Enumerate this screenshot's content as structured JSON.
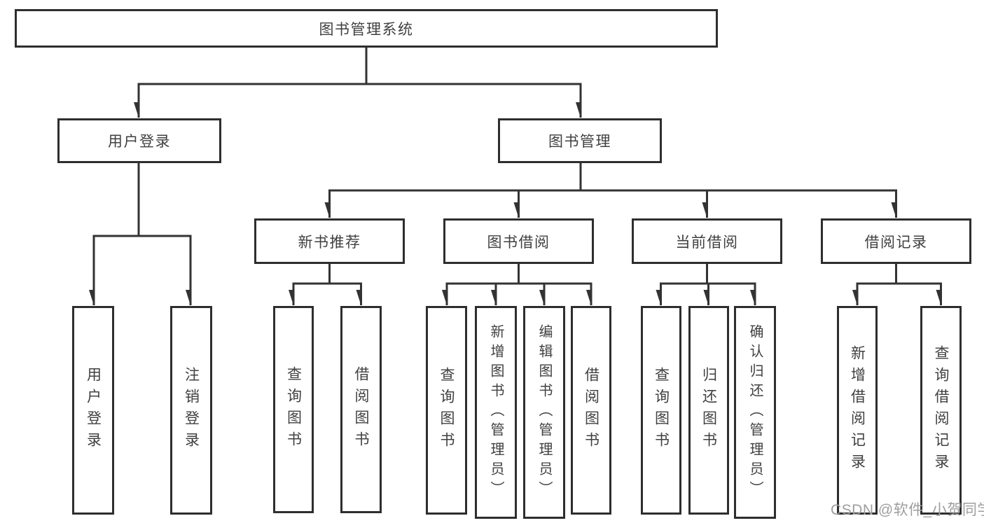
{
  "tree": {
    "root": {
      "label": "图书管理系统"
    },
    "branches": [
      {
        "label": "用户登录",
        "children": [
          {
            "label": "用户登录"
          },
          {
            "label": "注销登录"
          }
        ]
      },
      {
        "label": "图书管理",
        "sections": [
          {
            "label": "新书推荐",
            "children": [
              {
                "label": "查询图书"
              },
              {
                "label": "借阅图书"
              }
            ]
          },
          {
            "label": "图书借阅",
            "children": [
              {
                "label": "查询图书"
              },
              {
                "label": "新增图书（管理员）"
              },
              {
                "label": "编辑图书（管理员）"
              },
              {
                "label": "借阅图书"
              }
            ]
          },
          {
            "label": "当前借阅",
            "children": [
              {
                "label": "查询图书"
              },
              {
                "label": "归还图书"
              },
              {
                "label": "确认归还（管理员）"
              }
            ]
          },
          {
            "label": "借阅记录",
            "children": [
              {
                "label": "新增借阅记录"
              },
              {
                "label": "查询借阅记录"
              }
            ]
          }
        ]
      }
    ]
  },
  "watermark": {
    "text": "CSDN @软件_小贺同学"
  },
  "colors": {
    "line": "#333333",
    "box_border": "#2e2e2e",
    "text": "#404040",
    "watermark": "#9e9e9e",
    "background": "#ffffff"
  }
}
